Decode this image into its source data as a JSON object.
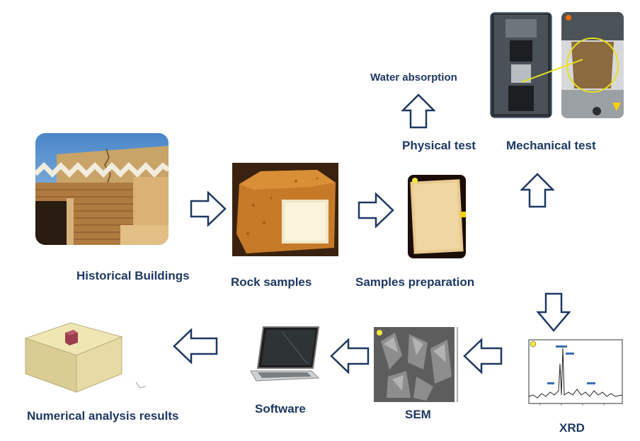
{
  "nodes": {
    "historical_buildings": {
      "label": "Historical Buildings"
    },
    "rock_samples": {
      "label": "Rock samples"
    },
    "samples_preparation": {
      "label": "Samples preparation"
    },
    "physical_test": {
      "label": "Physical test"
    },
    "water_absorption": {
      "label": "Water absorption"
    },
    "mechanical_test": {
      "label": "Mechanical test"
    },
    "xrd": {
      "label": "XRD"
    },
    "sem": {
      "label": "SEM"
    },
    "software": {
      "label": "Software"
    },
    "numerical_analysis": {
      "label": "Numerical analysis results"
    }
  },
  "colors": {
    "label": "#1f3864",
    "arrow_stroke": "#1f3864",
    "arrow_fill": "#ffffff"
  }
}
